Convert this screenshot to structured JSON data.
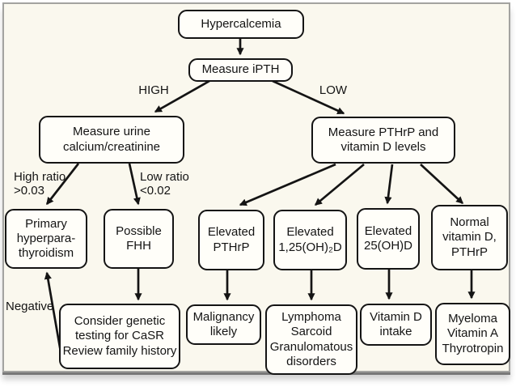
{
  "theme": {
    "background": "#FAF8EE",
    "node_fill": "#FFFEF9",
    "ink": "#141414",
    "frame_border": "#A3A3A0"
  },
  "flowchart": {
    "nodes": {
      "hypercalcemia": {
        "label": "Hypercalcemia"
      },
      "measure_ipth": {
        "label": "Measure iPTH"
      },
      "measure_urine": {
        "label": "Measure urine\ncalcium/creatinine"
      },
      "measure_pthrp": {
        "label": "Measure PTHrP and\nvitamin D levels"
      },
      "primary_hyperparathyroidism": {
        "label": "Primary\nhyperpara-\nthyroidism"
      },
      "possible_fhh": {
        "label": "Possible\nFHH"
      },
      "genetic_testing": {
        "label": "Consider genetic\ntesting for CaSR\nReview family history"
      },
      "malignancy_likely": {
        "label": "Malignancy\nlikely"
      },
      "elevated_pthrp": {
        "label": "Elevated\nPTHrP"
      },
      "elevated_125ohd": {
        "label": "Elevated\n1,25(OH)₂D"
      },
      "elevated_25ohd": {
        "label": "Elevated\n25(OH)D"
      },
      "normal_vitd_pthrp": {
        "label": "Normal\nvitamin D,\nPTHrP"
      },
      "lymphoma_sarcoid": {
        "label": "Lymphoma\nSarcoid\nGranulomatous\ndisorders"
      },
      "vitamin_d_intake": {
        "label": "Vitamin D\nintake"
      },
      "myeloma": {
        "label": "Myeloma\nVitamin A\nThyrotropin"
      }
    },
    "edge_labels": {
      "high": "HIGH",
      "low": "LOW",
      "high_ratio": "High ratio\n>0.03",
      "low_ratio": "Low ratio\n<0.02",
      "negative": "Negative"
    }
  }
}
